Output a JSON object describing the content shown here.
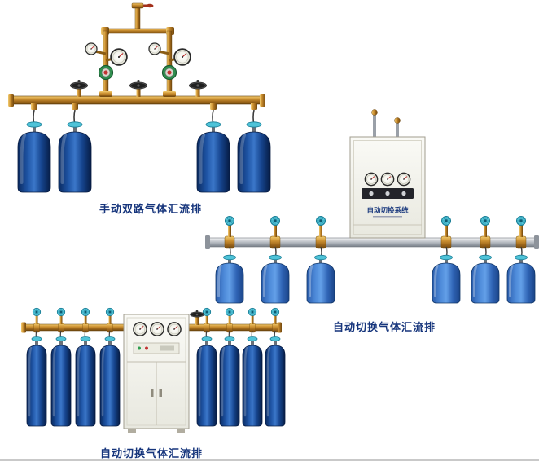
{
  "page": {
    "background": "#ffffff",
    "bottom_border_color": "#c9c9c9"
  },
  "colors": {
    "caption_text": "#16357c",
    "brass_pipe": "#c68a2a",
    "steel_pipe": "#b9bcc0",
    "cylinder_dark_blue": "#1d4f9e",
    "cylinder_light_blue": "#4d89d8",
    "valve_cyan": "#4fc3d8",
    "cabinet_body": "#f0f0e8",
    "regulator_green": "#2f8f4f"
  },
  "figures": [
    {
      "id": "manual-dual-manifold",
      "caption": "手动双路气体汇流排",
      "cylinder_count": 4
    },
    {
      "id": "auto-switch-manifold",
      "caption": "自动切换气体汇流排",
      "cabinet_label": "自动切换系统",
      "cylinder_count": 6
    },
    {
      "id": "auto-switch-manifold-floor",
      "caption": "自动切换气体汇流排",
      "cylinder_count": 8
    }
  ]
}
